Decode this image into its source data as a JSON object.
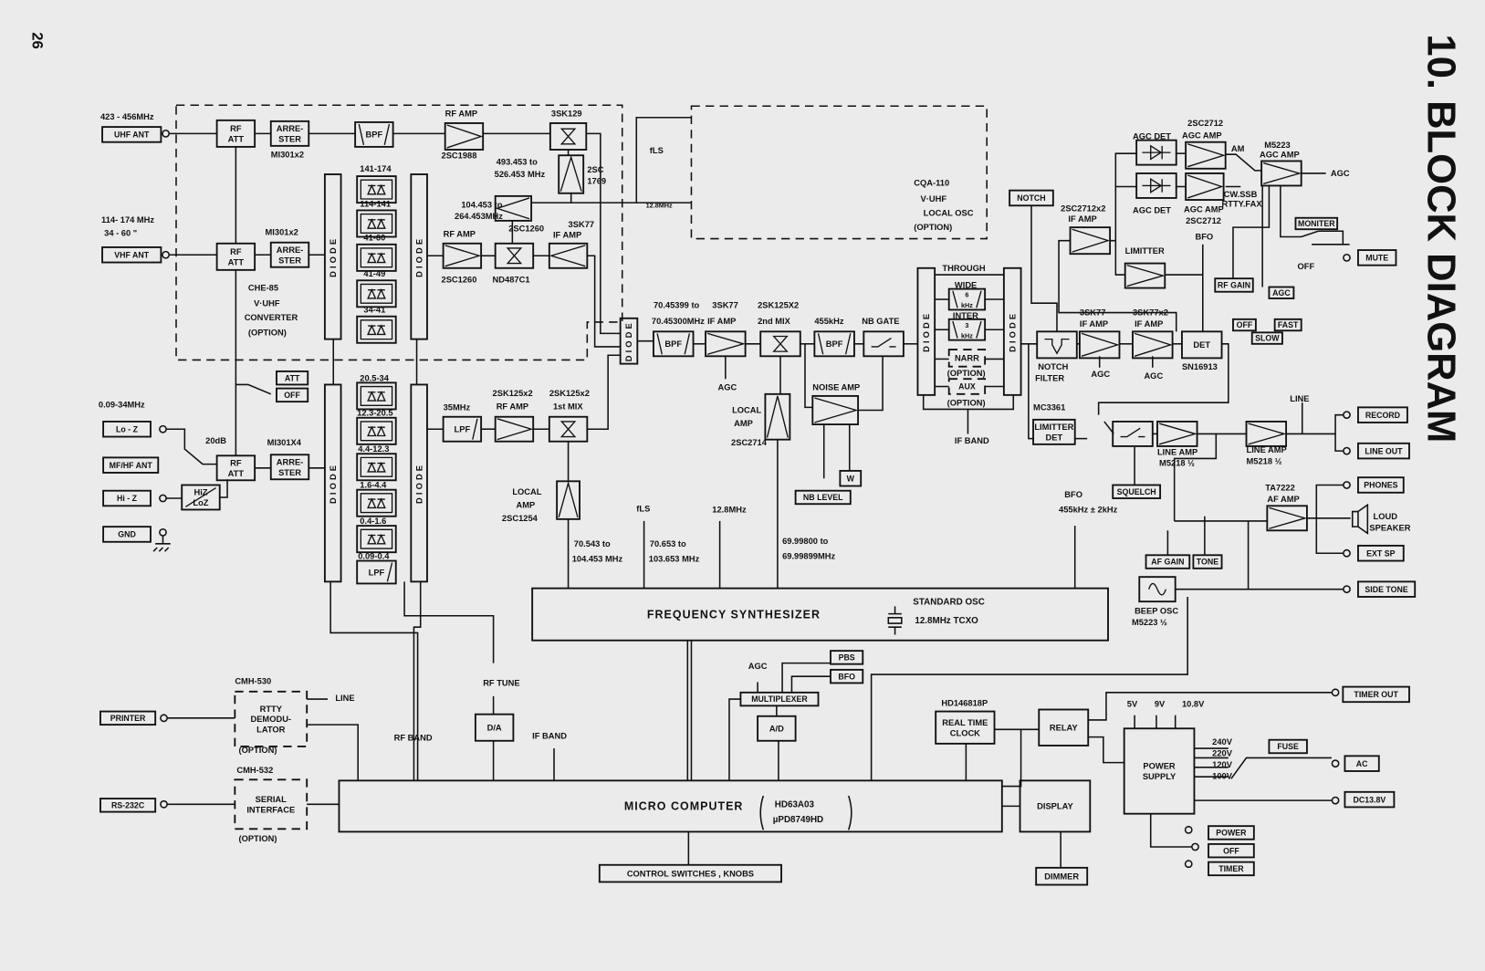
{
  "page_number": "26",
  "title": "10.  BLOCK DIAGRAM",
  "blocks": {
    "uhf_ant": [
      "UHF ANT"
    ],
    "vhf_ant": [
      "VHF ANT"
    ],
    "lo_z": [
      "Lo - Z"
    ],
    "mfhf_ant": [
      "MF/HF ANT"
    ],
    "hi_z": [
      "Hi - Z"
    ],
    "gnd": [
      "GND"
    ],
    "rf_att_uhf": [
      "RF",
      "ATT"
    ],
    "rf_att_vhf": [
      "RF",
      "ATT"
    ],
    "rf_att_hf": [
      "RF",
      "ATT"
    ],
    "arrester_uhf": [
      "ARRE-",
      "STER"
    ],
    "arrester_vhf": [
      "ARRE-",
      "STER"
    ],
    "arrester_hf": [
      "ARRE-",
      "STER"
    ],
    "bpf_uhf": [
      "BPF"
    ],
    "hiz_loz": [
      "HiZ",
      "LoZ"
    ],
    "att_sw": [
      "ATT"
    ],
    "off_sw": [
      "OFF"
    ],
    "diode_v1": [
      "DIODE"
    ],
    "diode_v2": [
      "DIODE"
    ],
    "diode_h1": [
      "DIODE"
    ],
    "diode_h2": [
      "DIODE"
    ],
    "diode_if_in": [
      "DIODE"
    ],
    "diode_if1": [
      "DIODE"
    ],
    "diode_if2": [
      "DIODE"
    ],
    "lpf_hf": [
      "LPF"
    ],
    "lpf_35": [
      "LPF"
    ],
    "bpf_if": [
      "BPF"
    ],
    "bpf_455": [
      "BPF"
    ],
    "wide": [
      "6",
      "kHz"
    ],
    "inter": [
      "3",
      "kHz"
    ],
    "narr": [
      "NARR"
    ],
    "aux": [
      "AUX"
    ],
    "nb_level": [
      "NB LEVEL"
    ],
    "w": [
      "W"
    ],
    "notch_btn": [
      "NOTCH"
    ],
    "det": [
      "DET"
    ],
    "rf_gain": [
      "RF GAIN"
    ],
    "agc_sw": [
      "AGC"
    ],
    "off_agc": [
      "OFF"
    ],
    "fast": [
      "FAST"
    ],
    "slow": [
      "SLOW"
    ],
    "moniter": [
      "MONITER"
    ],
    "mute": [
      "MUTE"
    ],
    "limitter_det": [
      "LIMITTER",
      "DET"
    ],
    "record": [
      "RECORD"
    ],
    "line_out": [
      "LINE OUT"
    ],
    "squelch": [
      "SQUELCH"
    ],
    "af_gain": [
      "AF GAIN"
    ],
    "tone": [
      "TONE"
    ],
    "phones": [
      "PHONES"
    ],
    "ext_sp": [
      "EXT SP"
    ],
    "side_tone": [
      "SIDE TONE"
    ],
    "freq_synth": [
      "FREQUENCY    SYNTHESIZER"
    ],
    "micro": [
      "MICRO      COMPUTER"
    ],
    "control": [
      "CONTROL SWITCHES , KNOBS"
    ],
    "display": [
      "DISPLAY"
    ],
    "dimmer": [
      "DIMMER"
    ],
    "rtc": [
      "REAL TIME",
      "CLOCK"
    ],
    "relay": [
      "RELAY"
    ],
    "multiplexer": [
      "MULTIPLEXER"
    ],
    "ad": [
      "A/D"
    ],
    "da": [
      "D/A"
    ],
    "pbs": [
      "PBS"
    ],
    "bfo_btn": [
      "BFO"
    ],
    "rtty": [
      "RTTY",
      "DEMODU-",
      "LATOR"
    ],
    "serial": [
      "SERIAL",
      "INTERFACE"
    ],
    "printer": [
      "PRINTER"
    ],
    "rs232c": [
      "RS-232C"
    ],
    "power_supply": [
      "POWER",
      "SUPPLY"
    ],
    "fuse": [
      "FUSE"
    ],
    "ac": [
      "AC"
    ],
    "dc": [
      "DC13.8V"
    ],
    "timer_out": [
      "TIMER OUT"
    ],
    "power_btn": [
      "POWER"
    ],
    "off_btn": [
      "OFF"
    ],
    "timer_btn": [
      "TIMER"
    ]
  },
  "labels": {
    "uhf_range": "423 - 456MHz",
    "mi301_uhf": "MI301x2",
    "rf_amp_uhf": "RF AMP",
    "c1988": "2SC1988",
    "sk129": "3SK129",
    "osc_range1": "493.453 to",
    "osc_range1b": "526.453 MHz",
    "c1769a": "2SC",
    "c1769b": "1769",
    "osc_range2": "104.453 to",
    "osc_range2b": "264.453MHz",
    "c1260_osc": "2SC1260",
    "vhf_range1": "114- 174 MHz",
    "vhf_range2": "34 - 60  \"",
    "mi301_vhf": "MI301x2",
    "rf_amp_vhf": "RF AMP",
    "c1260": "2SC1260",
    "nd487": "ND487C1",
    "sk77a": "3SK77",
    "ifamp_a": "IF AMP",
    "che85": "CHE-85",
    "vuhf": "V·UHF",
    "conv": "CONVERTER",
    "opt1": "(OPTION)",
    "f141": "141-174",
    "f114": "114-141",
    "f41": "41-60",
    "f4149": "41-49",
    "f34": "34-41",
    "f205": "20.5-34",
    "f123": "12.3-20.5",
    "f44": "4.4-12.3",
    "f16": "1.6-4.4",
    "f04": "0.4-1.6",
    "f009": "0.09-0.4",
    "hf_range": "0.09-34MHz",
    "db20": "20dB",
    "mi301x4": "MI301X4",
    "mhz35": "35MHz",
    "sk125a": "2SK125x2",
    "rfamp_hf": "RF AMP",
    "sk125b": "2SK125x2",
    "mix1": "1st MIX",
    "local1a": "LOCAL",
    "local1b": "AMP",
    "c1254": "2SC1254",
    "cqa": "CQA-110",
    "cqa_vuhf": "V·UHF",
    "cqa_osc": "LOCAL OSC",
    "cqa_opt": "(OPTION)",
    "fls_top": "fLS",
    "mhz128_top": "12.8MHz",
    "if_freq1": "70.45399 to",
    "if_freq2": "70.45300MHz",
    "sk77_if": "3SK77",
    "ifamp2": "IF AMP",
    "sk125x2": "2SK125X2",
    "mix2": "2nd MIX",
    "khz455": "455kHz",
    "nbgate": "NB GATE",
    "agc1": "AGC",
    "local2a": "LOCAL",
    "local2b": "AMP",
    "c2714": "2SC2714",
    "noise_amp": "NOISE AMP",
    "through": "THROUGH",
    "wide_lbl": "WIDE",
    "inter_lbl": "INTER",
    "opt_narr": "(OPTION)",
    "opt_aux": "(OPTION)",
    "if_band": "IF BAND",
    "notch_f1": "NOTCH",
    "notch_f2": "FILTER",
    "sk77_r": "3SK77",
    "ifamp_r": "IF AMP",
    "sk77x2": "3SK77x2",
    "ifamp_r2": "IF AMP",
    "agc_r1": "AGC",
    "agc_r2": "AGC",
    "sn16913": "SN16913",
    "c2712x2": "2SC2712x2",
    "ifamp3": "IF AMP",
    "agcdet1": "AGC DET",
    "c2712a": "2SC2712",
    "agcamp1": "AGC AMP",
    "agcdet2": "AGC DET",
    "agcamp2": "AGC AMP",
    "c2712b": "2SC2712",
    "am": "AM",
    "cwssb": "CW.SSB",
    "rtty_fax": "RTTY.FAX",
    "m5223": "M5223",
    "agcamp3": "AGC AMP",
    "agc_out": "AGC",
    "limitter": "LIMITTER",
    "bfo_r": "BFO",
    "off_mute": "OFF",
    "line_lbl": "LINE",
    "mc3361": "MC3361",
    "lineamp1": "LINE AMP",
    "m5218a": "M5218 ½",
    "lineamp2": "LINE AMP",
    "m5218b": "M5218 ½",
    "bfo_lbl": "BFO",
    "bfo_freq": "455kHz ± 2kHz",
    "ta7222": "TA7222",
    "afamp": "AF AMP",
    "loud": "LOUD",
    "speaker": "SPEAKER",
    "beep": "BEEP OSC",
    "m5223b": "M5223 ½",
    "fls": "fLS",
    "mhz128": "12.8MHz",
    "lo1a": "70.543 to",
    "lo1b": "104.453 MHz",
    "lo2a": "70.653 to",
    "lo2b": "103.653 MHz",
    "lo3a": "69.99800 to",
    "lo3b": "69.99899MHz",
    "std_osc": "STANDARD OSC",
    "tcxo": "12.8MHz  TCXO",
    "agc_mux": "AGC",
    "rf_tune": "RF TUNE",
    "rf_band": "RF BAND",
    "if_band2": "IF BAND",
    "cmh530": "CMH-530",
    "line_rtty": "LINE",
    "opt_rtty": "(OPTION)",
    "cmh532": "CMH-532",
    "opt_serial": "(OPTION)",
    "hd146818": "HD146818P",
    "micro_chip1": "HD63A03",
    "micro_chip2": "µPD8749HD",
    "v5": "5V",
    "v9": "9V",
    "v108": "10.8V",
    "v240": "240V",
    "v220": "220V",
    "v120": "120V",
    "v100": "100V"
  }
}
